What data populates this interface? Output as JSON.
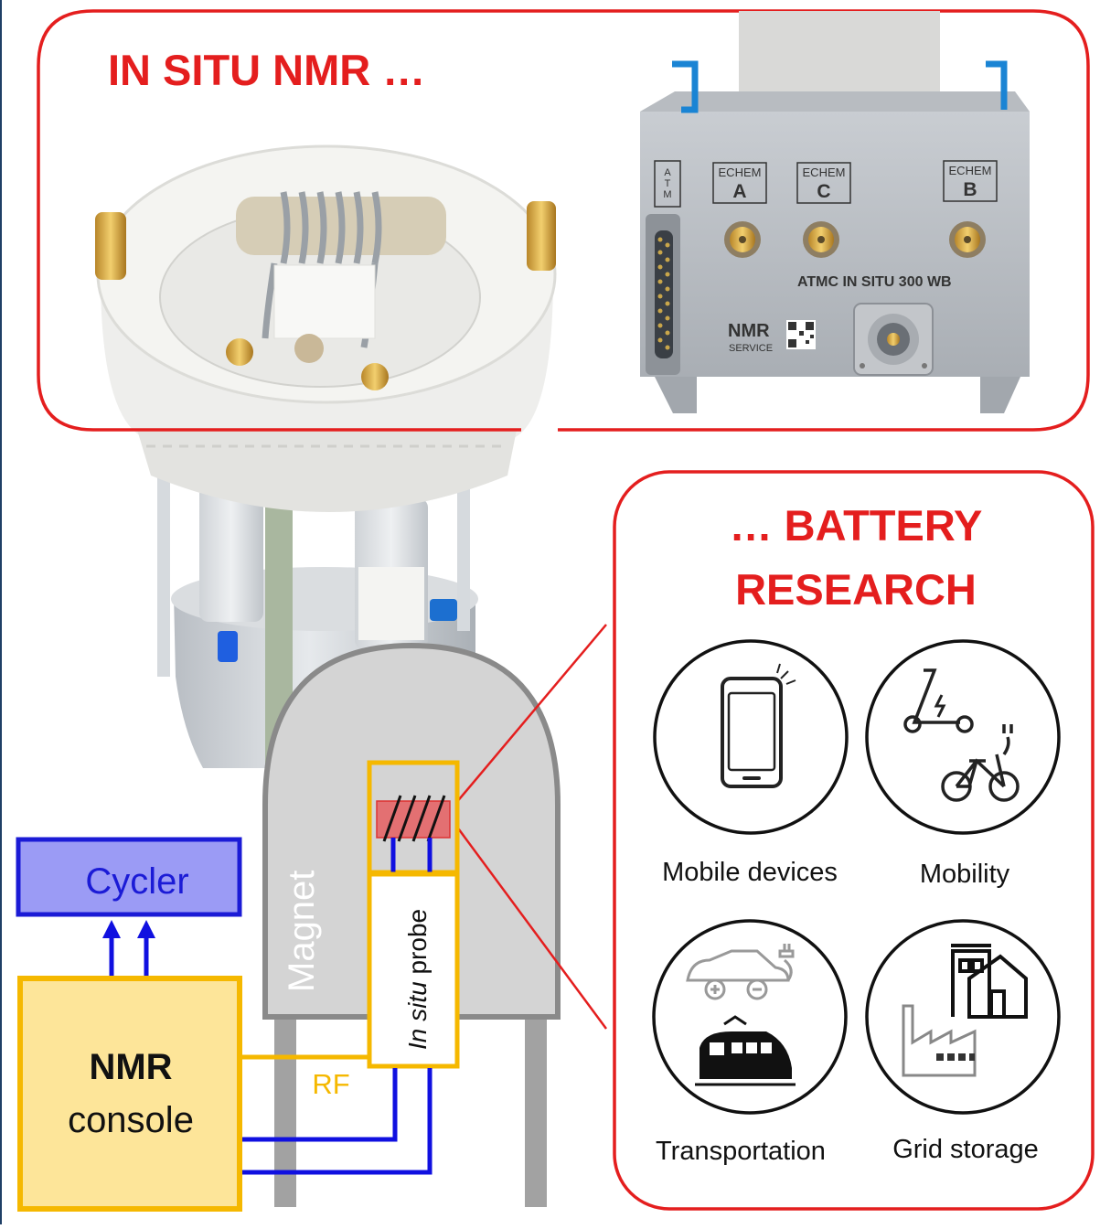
{
  "header": {
    "title": "IN SITU NMR …"
  },
  "battery_panel": {
    "title_line1": "… BATTERY",
    "title_line2": "RESEARCH",
    "applications": [
      {
        "label": "Mobile devices",
        "icon": "smartphone-icon"
      },
      {
        "label": "Mobility",
        "icon": "scooter-and-ebike-icon"
      },
      {
        "label": "Transportation",
        "icon": "electric-car-and-train-icon"
      },
      {
        "label": "Grid storage",
        "icon": "house-and-factory-icon"
      }
    ]
  },
  "probe_panel": {
    "atm_label": "ATM",
    "ports": [
      {
        "label_top": "ECHEM",
        "label_bottom": "A"
      },
      {
        "label_top": "ECHEM",
        "label_bottom": "C"
      },
      {
        "label_top": "ECHEM",
        "label_bottom": "B"
      }
    ],
    "model": "ATMC IN SITU 300 WB",
    "brand_top": "NMR",
    "brand_bottom": "SERVICE"
  },
  "schematic": {
    "cycler_label": "Cycler",
    "console_line1": "NMR",
    "console_line2": "console",
    "magnet_label": "Magnet",
    "probe_label_italic": "In situ",
    "probe_label_rest": " probe",
    "rf_label": "RF"
  },
  "colors": {
    "accent_red": "#e41e1e",
    "console_fill": "#fde599",
    "console_border": "#f5b800",
    "cycler_fill": "#9b9bf5",
    "cycler_border": "#1b1bd6",
    "wire_blue": "#1010e0",
    "magnet_fill": "#d4d4d4",
    "magnet_border": "#8a8a8a"
  }
}
